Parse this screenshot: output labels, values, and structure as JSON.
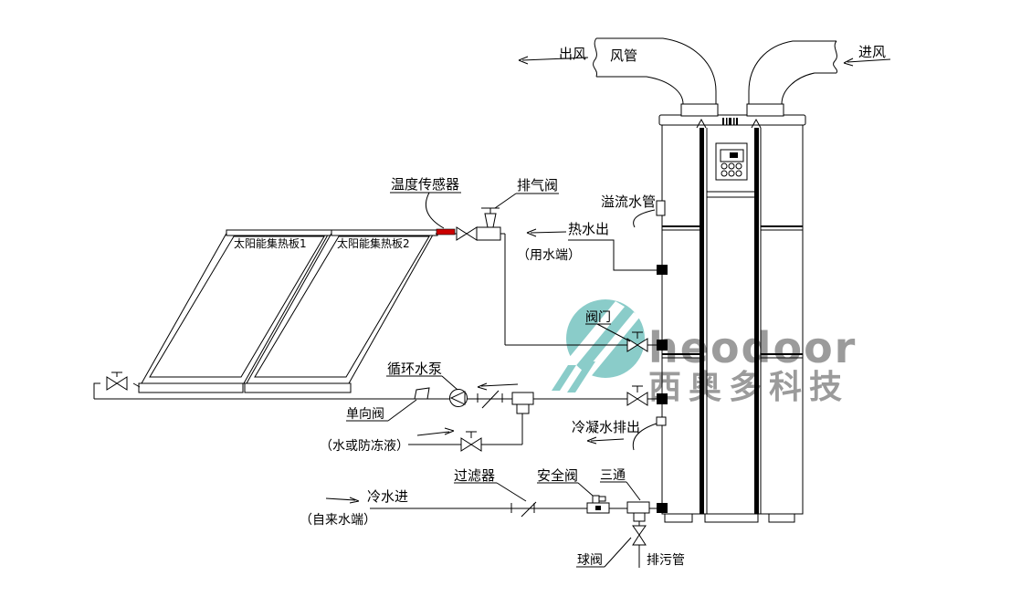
{
  "diagram": {
    "labels": {
      "air_out": "出风",
      "air_duct": "风管",
      "air_in": "进风",
      "temperature_sensor": "温度传感器",
      "exhaust_valve": "排气阀",
      "overflow_pipe": "溢流水管",
      "hot_water_out": "热水出",
      "water_use_end": "（用水端）",
      "solar_panel_1": "太阳能集热板1",
      "solar_panel_2": "太阳能集热板2",
      "valve": "阀门",
      "circulation_pump": "循环水泵",
      "check_valve": "单向阀",
      "fill_fluid": "（水或防冻液）",
      "condensate_out": "冷凝水排出",
      "filter": "过滤器",
      "safety_valve": "安全阀",
      "tee": "三通",
      "cold_water_in": "冷水进",
      "tap_water_end": "（自来水端）",
      "ball_valve": "球阀",
      "drain_pipe": "排污管"
    },
    "watermark": {
      "wordmark": "heodoor",
      "company": "西奥多科技"
    },
    "colors": {
      "line": "#000000",
      "sensor_red": "#cc0000",
      "watermark_teal": "#8accc9",
      "watermark_gray": "#9b9b9b"
    }
  }
}
